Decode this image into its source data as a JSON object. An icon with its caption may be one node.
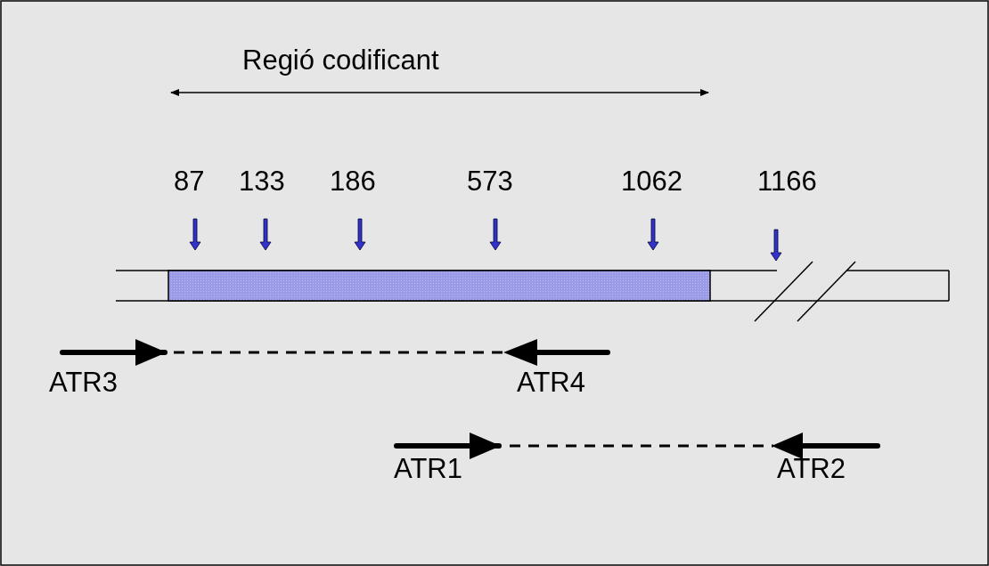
{
  "diagram": {
    "labels": [
      "Regió codificant",
      "87",
      "133",
      "186",
      "573",
      "1062",
      "1166",
      "ATR3",
      "ATR4",
      "ATR1",
      "ATR2"
    ]
  }
}
